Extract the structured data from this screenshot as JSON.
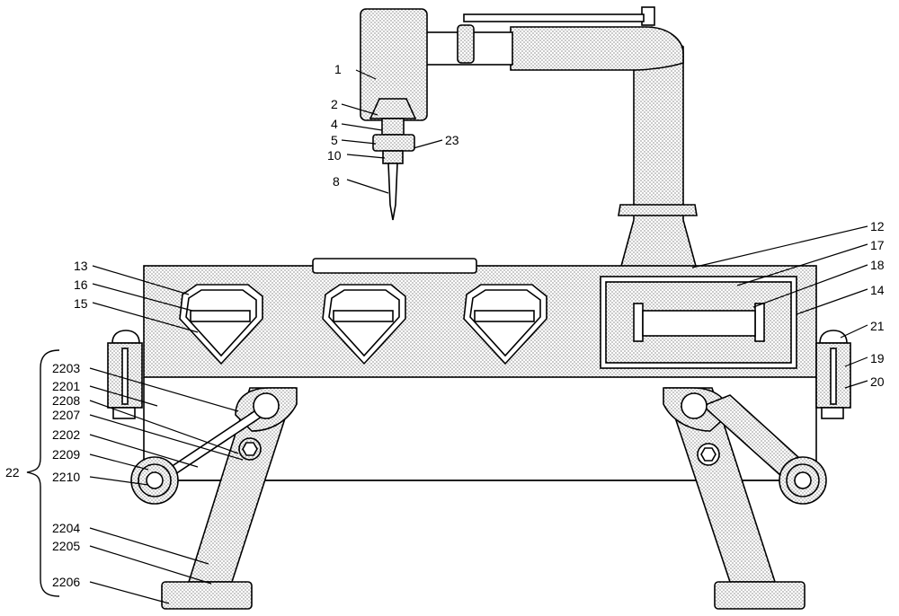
{
  "colors": {
    "line": "#000000",
    "paper": "#ffffff",
    "stipple": "#000000"
  },
  "labels": {
    "l1": "1",
    "l2": "2",
    "l4": "4",
    "l5": "5",
    "l10": "10",
    "l8": "8",
    "l23": "23",
    "l12": "12",
    "l17": "17",
    "l18": "18",
    "l14": "14",
    "l13": "13",
    "l16": "16",
    "l15": "15",
    "l21": "21",
    "l19": "19",
    "l20": "20",
    "l22": "22",
    "l2203": "2203",
    "l2201": "2201",
    "l2208": "2208",
    "l2207": "2207",
    "l2202": "2202",
    "l2209": "2209",
    "l2210": "2210",
    "l2204": "2204",
    "l2205": "2205",
    "l2206": "2206"
  }
}
